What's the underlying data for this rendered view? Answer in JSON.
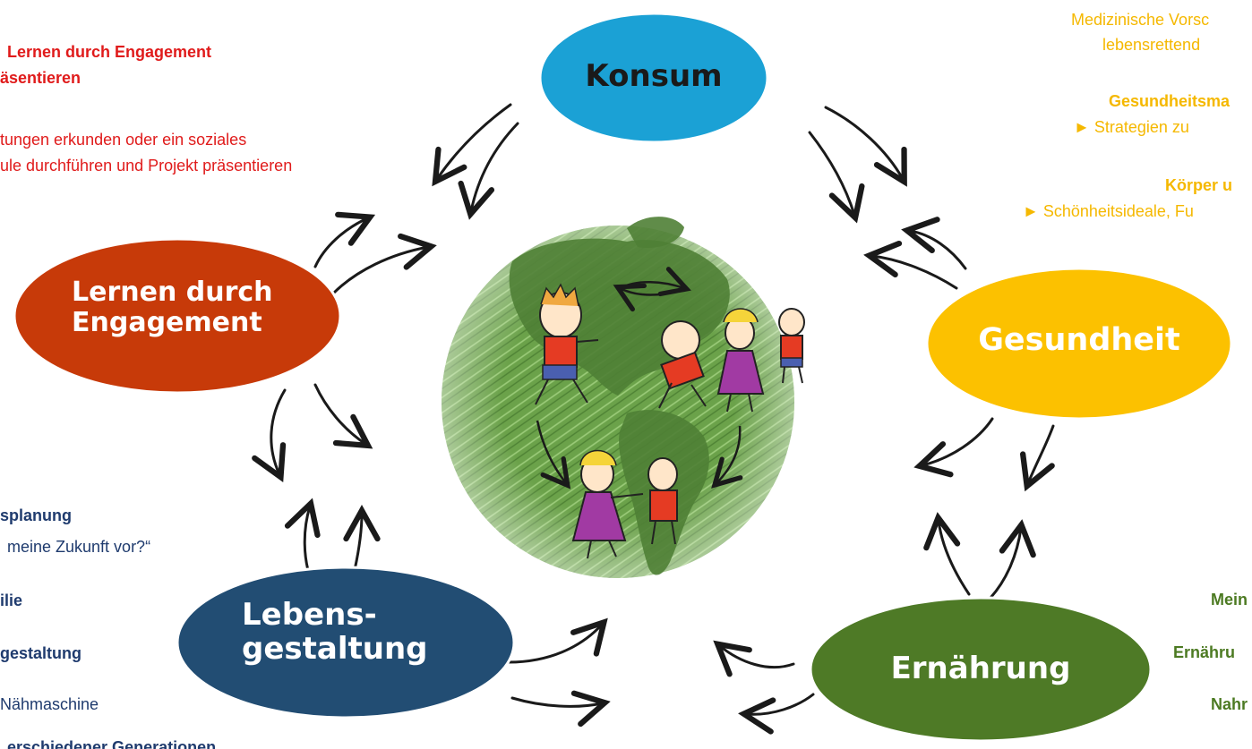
{
  "colors": {
    "konsum": "#1ba1d5",
    "gesundheit": "#fcc100",
    "ernaehrung": "#4e7a26",
    "lebensgestaltung": "#224d73",
    "lernen": "#c73a09",
    "globe": "#6ba24a",
    "arrow": "#1a1a1a"
  },
  "icons": [
    "globe-with-children-drawing",
    "curved-arrow"
  ],
  "ovals": {
    "konsum": "Konsum",
    "gesundheit": "Gesundheit",
    "ernaehrung": "Ernährung",
    "lebensgestaltung_1": "Lebens-",
    "lebensgestaltung_2": "gestaltung",
    "lernen_1": "Lernen durch",
    "lernen_2": "Engagement"
  },
  "notes": {
    "lernen": {
      "title_1": "Lernen durch Engagement",
      "title_2": "äsentieren",
      "body_1": "tungen erkunden oder ein soziales",
      "body_2": "ule durchführen und  Projekt präsentieren"
    },
    "gesundheit": {
      "line_1": "Medizinische Vorsc",
      "line_2": "lebensrettend",
      "heading_1": "Gesundheitsma",
      "bullet_1": "►  Strategien zu",
      "heading_2": "Körper u",
      "bullet_2": "► Schönheitsideale, Fu"
    },
    "lebensgestaltung": {
      "item_1": "splanung",
      "item_1_sub": "meine Zukunft vor?“",
      "item_2": "ilie",
      "item_3": "gestaltung",
      "item_4": "Nähmaschine",
      "item_5": "erschiedener Generationen"
    },
    "ernaehrung": {
      "line_1": "Mein",
      "line_2": "Ernähru",
      "line_3": "Nahr"
    }
  }
}
